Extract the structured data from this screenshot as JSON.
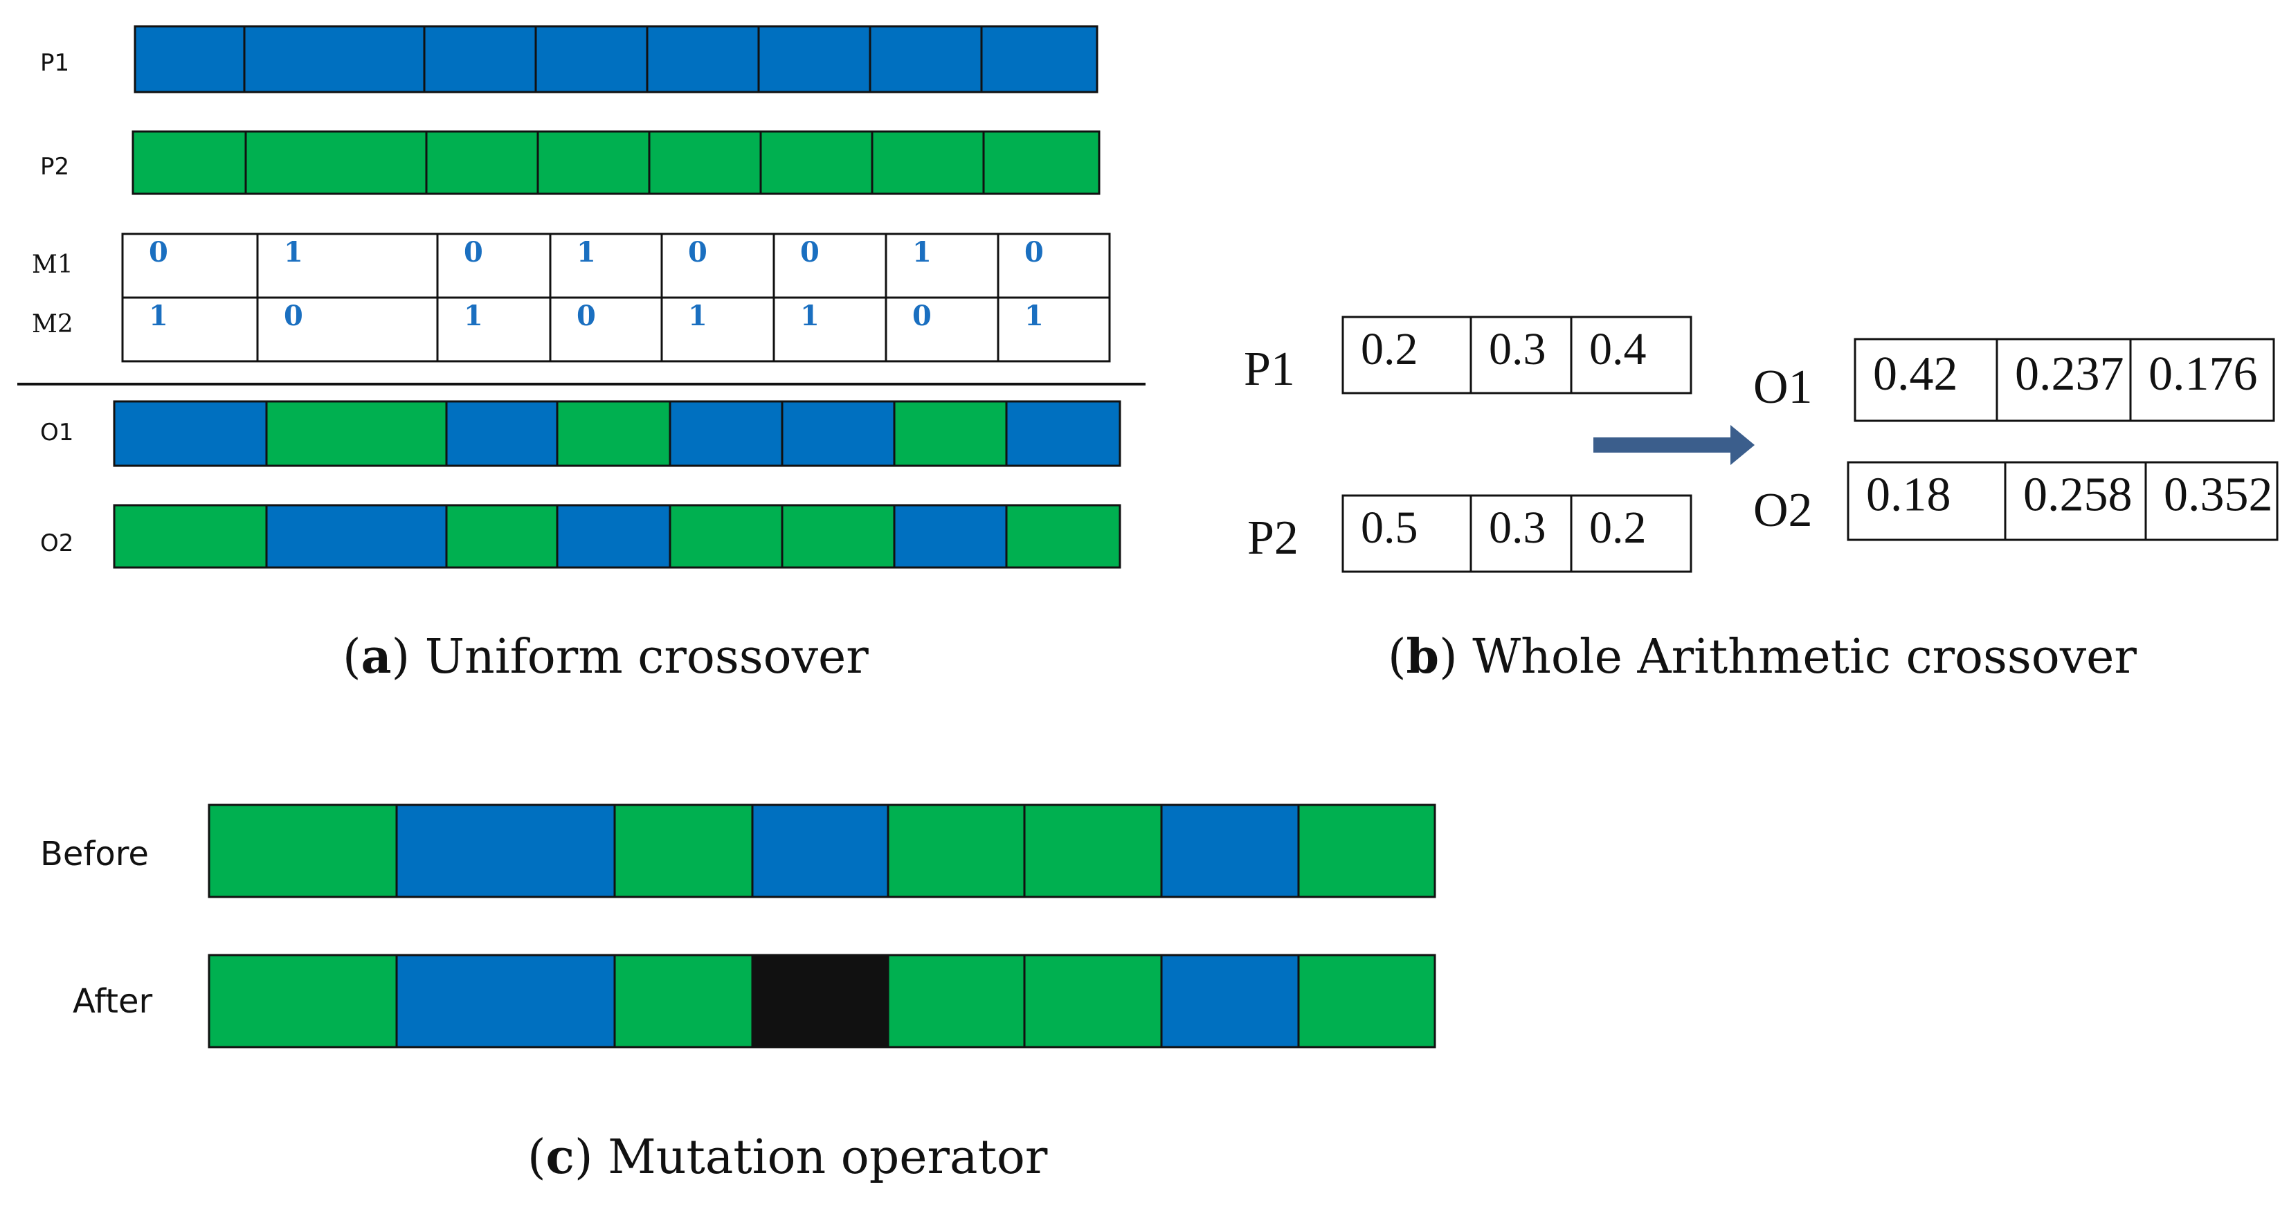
{
  "colors": {
    "blue": "#0070C0",
    "green": "#00B050",
    "black": "#111111",
    "mask_text": "#1A6FC0",
    "arrow": "#3B5E8C"
  },
  "uniform_crossover": {
    "caption_letter": "a",
    "caption_text": "Uniform crossover",
    "parents": [
      {
        "label": "P1",
        "genes": [
          "blue",
          "blue",
          "blue",
          "blue",
          "blue",
          "blue",
          "blue",
          "blue"
        ]
      },
      {
        "label": "P2",
        "genes": [
          "green",
          "green",
          "green",
          "green",
          "green",
          "green",
          "green",
          "green"
        ]
      }
    ],
    "masks": [
      {
        "label": "M1",
        "bits": [
          "0",
          "1",
          "0",
          "1",
          "0",
          "0",
          "1",
          "0"
        ]
      },
      {
        "label": "M2",
        "bits": [
          "1",
          "0",
          "1",
          "0",
          "1",
          "1",
          "0",
          "1"
        ]
      }
    ],
    "offspring": [
      {
        "label": "O1",
        "genes": [
          "blue",
          "green",
          "blue",
          "green",
          "blue",
          "blue",
          "green",
          "blue"
        ]
      },
      {
        "label": "O2",
        "genes": [
          "green",
          "blue",
          "green",
          "blue",
          "green",
          "green",
          "blue",
          "green"
        ]
      }
    ]
  },
  "arithmetic_crossover": {
    "caption_letter": "b",
    "caption_text": "Whole Arithmetic crossover",
    "parents": [
      {
        "label": "P1",
        "values": [
          "0.2",
          "0.3",
          "0.4"
        ]
      },
      {
        "label": "P2",
        "values": [
          "0.5",
          "0.3",
          "0.2"
        ]
      }
    ],
    "offspring": [
      {
        "label": "O1",
        "values": [
          "0.42",
          "0.237",
          "0.176"
        ]
      },
      {
        "label": "O2",
        "values": [
          "0.18",
          "0.258",
          "0.352"
        ]
      }
    ]
  },
  "mutation": {
    "caption_letter": "c",
    "caption_text": "Mutation operator",
    "rows": [
      {
        "label": "Before",
        "genes": [
          "green",
          "blue",
          "green",
          "blue",
          "green",
          "green",
          "blue",
          "green"
        ]
      },
      {
        "label": "After",
        "genes": [
          "green",
          "blue",
          "green",
          "black",
          "green",
          "green",
          "blue",
          "green"
        ]
      }
    ]
  }
}
